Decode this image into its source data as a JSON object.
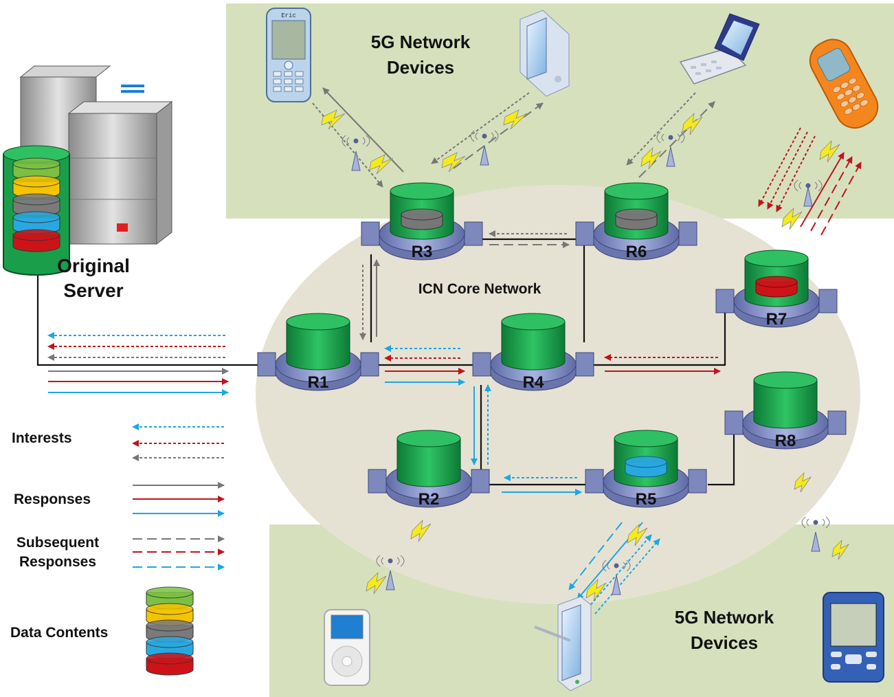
{
  "zones": {
    "top_devices": "5G Network\nDevices",
    "bottom_devices": "5G Network\nDevices",
    "core": "ICN Core Network"
  },
  "server": {
    "label": "Original\nServer"
  },
  "routers": [
    {
      "id": "R1",
      "label": "R1"
    },
    {
      "id": "R2",
      "label": "R2"
    },
    {
      "id": "R3",
      "label": "R3"
    },
    {
      "id": "R4",
      "label": "R4"
    },
    {
      "id": "R5",
      "label": "R5"
    },
    {
      "id": "R6",
      "label": "R6"
    },
    {
      "id": "R7",
      "label": "R7"
    },
    {
      "id": "R8",
      "label": "R8"
    }
  ],
  "legend": {
    "interests": "Interests",
    "responses": "Responses",
    "subsequent": "Subsequent\nResponses",
    "data_contents": "Data Contents"
  },
  "phone_screen_text": "Eric",
  "colors": {
    "gray_flow": "#777777",
    "red_flow": "#c0141c",
    "cyan_flow": "#1aa7e6",
    "zone_green": "#d6e0bd",
    "core_ellipse": "#e6e2d3",
    "cache_green": "#1a9e4a",
    "router_body": "#8a96c8"
  }
}
